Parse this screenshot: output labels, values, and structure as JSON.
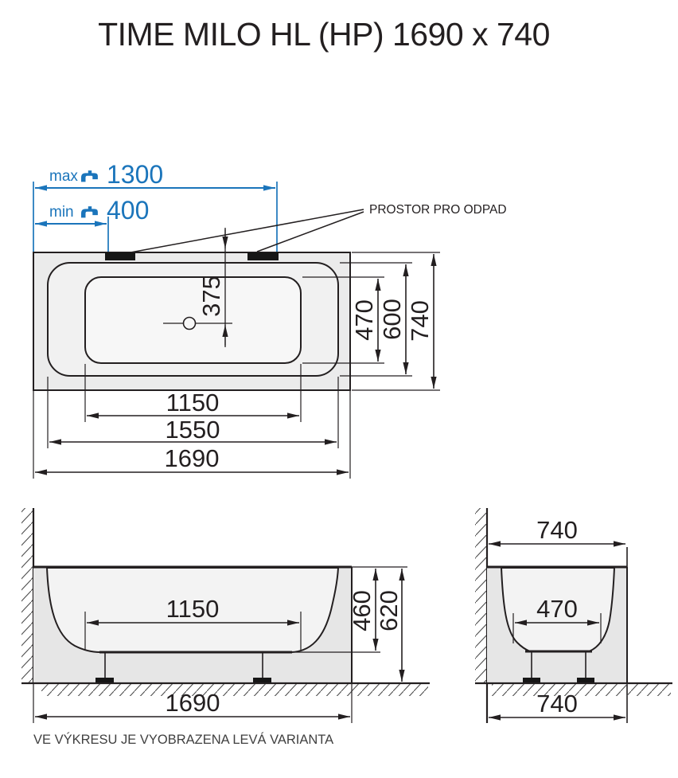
{
  "title": "TIME MILO HL (HP) 1690 x 740",
  "footer_note": "VE VÝKRESU JE VYOBRAZENA LEVÁ VARIANTA",
  "colors": {
    "accent_blue": "#1b75bb",
    "line_black": "#231f20"
  },
  "top_view": {
    "faucet_max_label": "max",
    "faucet_max_value": "1300",
    "faucet_min_label": "min",
    "faucet_min_value": "400",
    "waste_space_label": "PROSTOR PRO ODPAD",
    "drain_offset": "375",
    "inner_width": "470",
    "rim_width": "600",
    "overall_width": "740",
    "inner_length": "1150",
    "rim_length": "1550",
    "overall_length": "1690"
  },
  "side_view": {
    "bottom_length": "1150",
    "inner_depth": "460",
    "overall_height": "620",
    "overall_length": "1690"
  },
  "end_view": {
    "overall_width_top": "740",
    "bottom_width": "470",
    "overall_width_bottom": "740"
  }
}
